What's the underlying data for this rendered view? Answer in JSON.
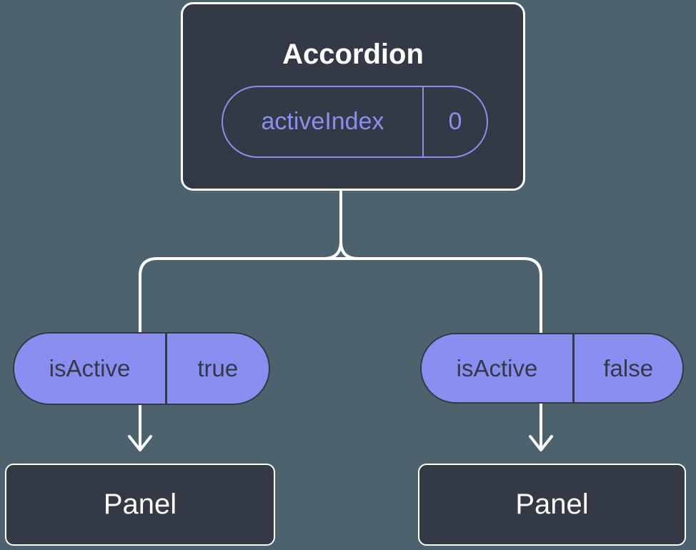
{
  "tree": {
    "root": {
      "label": "Accordion",
      "state": {
        "name": "activeIndex",
        "value": "0"
      }
    },
    "branches": [
      {
        "prop_name": "isActive",
        "prop_value": "true",
        "child_label": "Panel"
      },
      {
        "prop_name": "isActive",
        "prop_value": "false",
        "child_label": "Panel"
      }
    ]
  },
  "colors": {
    "background": "#4C636E",
    "node_fill": "#333A46",
    "node_border": "#FFFFFF",
    "accent_purple": "#8A8EF0",
    "pill_text_dark": "#333A46",
    "connector": "#FFFFFF"
  }
}
